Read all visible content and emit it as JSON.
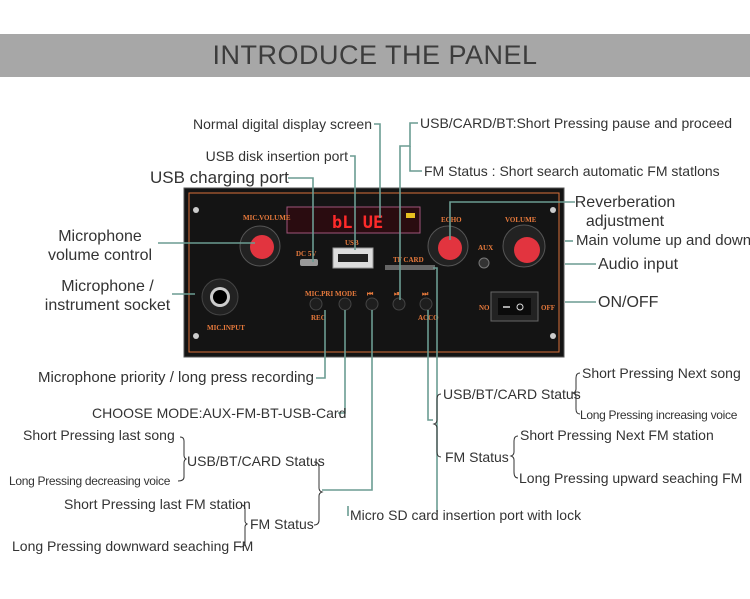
{
  "title": "INTRODUCE THE PANEL",
  "colors": {
    "leader": "#6b9c92",
    "panel": "#111111",
    "panel_border": "#d9703a",
    "knob": "#e2343f",
    "display": "#ff2a2a"
  },
  "panel": {
    "display_text": "bL UE",
    "labels": {
      "mic_volume": "MIC.VOLUME",
      "echo": "ECHO",
      "volume": "VOLUME",
      "dc": "DC 5V",
      "usb": "USB",
      "tf": "TF CARD",
      "aux": "AUX",
      "mic_pri": "MIC.PRI",
      "mode": "MODE",
      "prev": "⏮",
      "play": "⏯",
      "next": "⏭",
      "rec": "REC",
      "acco": "ACCO",
      "mic_input": "MIC.INPUT",
      "no": "NO",
      "off": "OFF"
    }
  },
  "callouts": {
    "display": "Normal digital display screen",
    "usb_disk": "USB disk insertion port",
    "usb_charge": "USB charging port",
    "mic_vol_1": "Microphone",
    "mic_vol_2": "volume control",
    "mic_sock_1": "Microphone /",
    "mic_sock_2": "instrument socket",
    "pause": "USB/CARD/BT:Short Pressing pause and proceed",
    "fm_search": "FM Status : Short search automatic FM statlons",
    "reverb_1": "Reverberation",
    "reverb_2": "adjustment",
    "main_vol": "Main volume up and down",
    "audio_in": "Audio input",
    "onoff": "ON/OFF",
    "mic_pri": "Microphone priority / long press recording",
    "mode": "CHOOSE MODE:AUX-FM-BT-USB-Card",
    "prev_short": "Short Pressing last song",
    "prev_long": "Long Pressing decreasing voice",
    "prev_usb_status": "USB/BT/CARD Status",
    "prev_fm_short": "Short Pressing last FM station",
    "prev_fm_status": "FM Status",
    "prev_fm_long": "Long Pressing downward seaching FM",
    "sd": "Micro SD card insertion port with lock",
    "next_usb_status": "USB/BT/CARD Status",
    "next_fm_status": "FM Status",
    "next_short": "Short Pressing Next song",
    "next_long": "Long Pressing increasing voice",
    "next_fm_short": "Short Pressing Next FM station",
    "next_fm_long": "Long Pressing upward seaching FM"
  }
}
